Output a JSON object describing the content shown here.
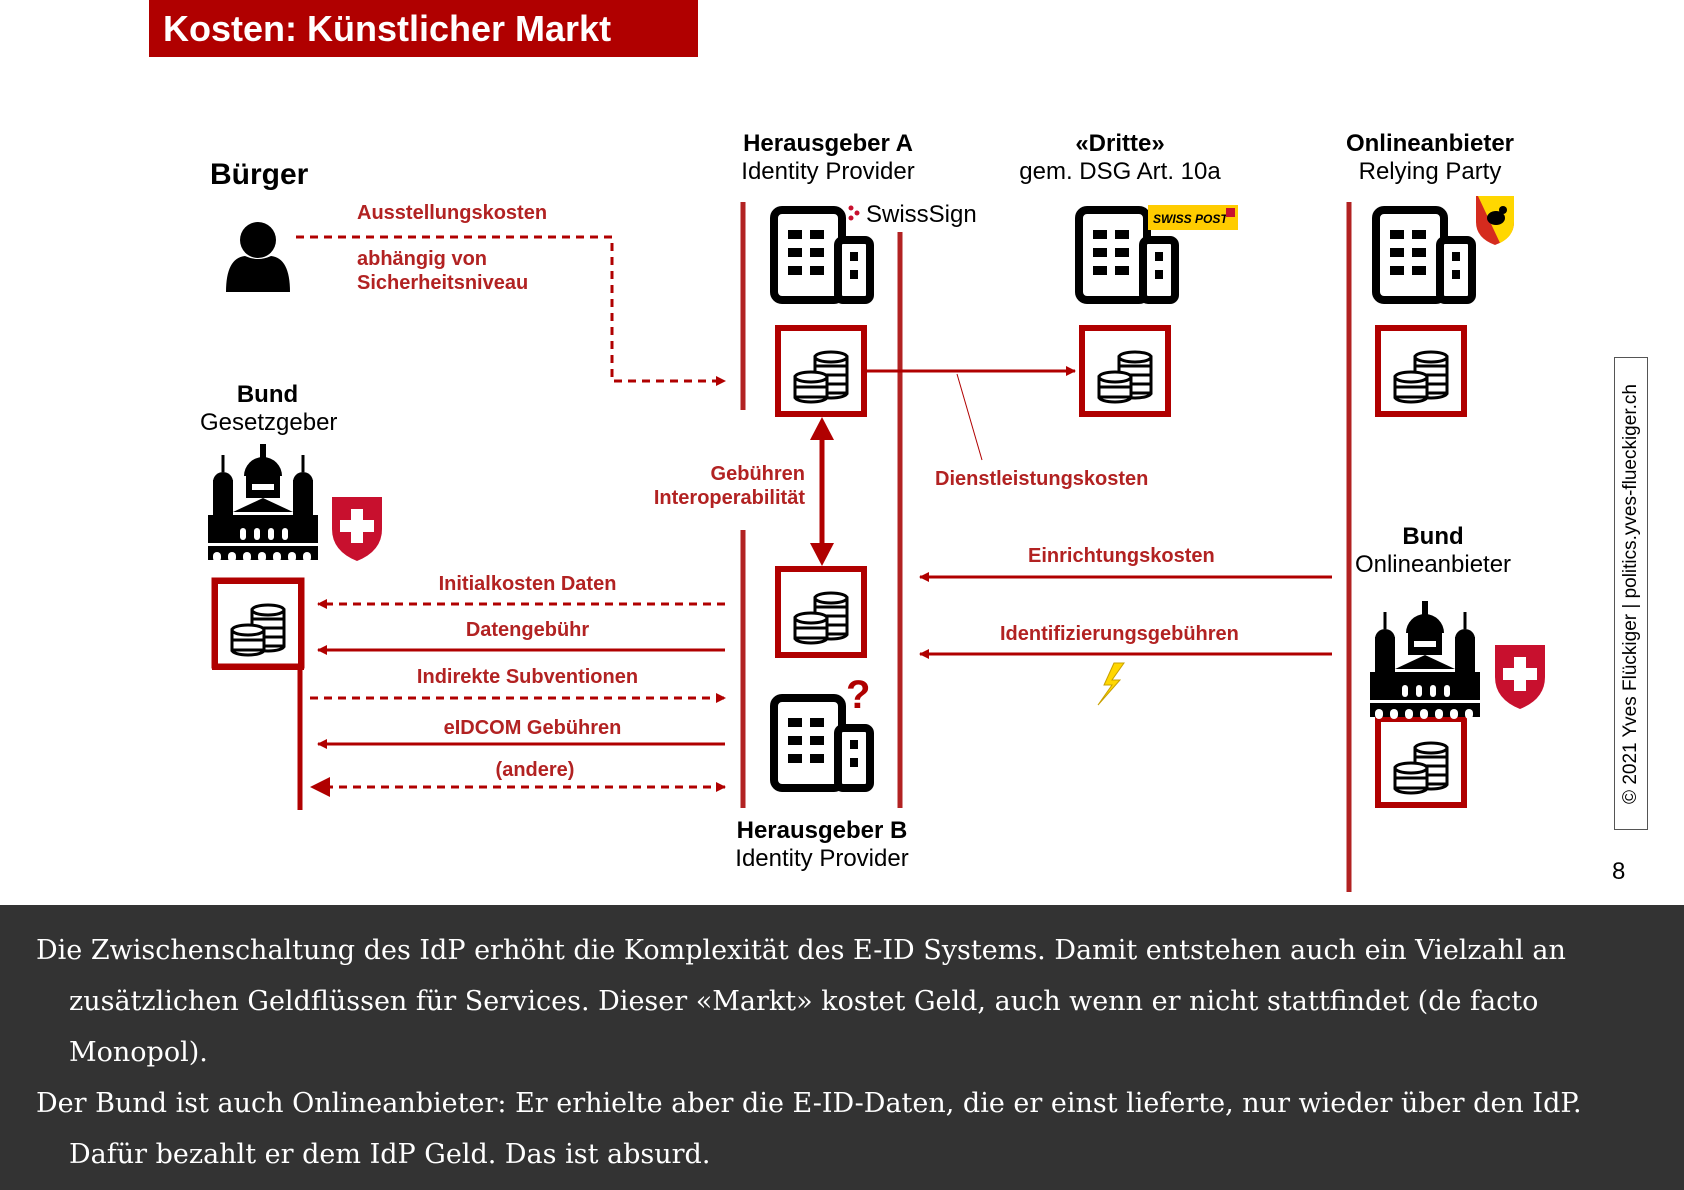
{
  "slide": {
    "title": "Kosten: Künstlicher Markt",
    "page_number": "8",
    "copyright": "© 2021 Yves Flückiger | politics.yves-flueckiger.ch",
    "colors": {
      "accent": "#b00000",
      "line": "#b22222",
      "notes_bg": "#333333"
    }
  },
  "actors": {
    "buerger": {
      "title": "Bürger",
      "icon": "person-icon"
    },
    "bund_gesetzgeber": {
      "title": "Bund",
      "subtitle": "Gesetzgeber",
      "icon": "parliament-building-icon",
      "badge": "swiss-coat-of-arms-icon"
    },
    "herausgeber_a": {
      "title": "Herausgeber A",
      "subtitle": "Identity Provider",
      "brand": "SwissSign",
      "icon": "office-building-icon"
    },
    "dritte": {
      "title": "«Dritte»",
      "subtitle": "gem. DSG Art. 10a",
      "brand": "SWISS POST",
      "icon": "office-building-icon"
    },
    "onlineanbieter": {
      "title": "Onlineanbieter",
      "subtitle": "Relying Party",
      "badge": "bern-coat-of-arms-icon",
      "icon": "office-building-icon"
    },
    "bund_onlineanbieter": {
      "title": "Bund",
      "subtitle": "Onlineanbieter",
      "icon": "parliament-building-icon",
      "badge": "swiss-coat-of-arms-icon"
    },
    "herausgeber_b": {
      "title": "Herausgeber B",
      "subtitle": "Identity Provider",
      "mark": "?",
      "icon": "office-building-icon"
    }
  },
  "flows": {
    "ausstellungskosten": "Ausstellungskosten",
    "sicherheitsniveau_line1": "abhängig von",
    "sicherheitsniveau_line2": "Sicherheitsniveau",
    "gebuehren_line1": "Gebühren",
    "gebuehren_line2": "Interoperabilität",
    "dienstleistungskosten": "Dienstleistungskosten",
    "einrichtungskosten": "Einrichtungskosten",
    "identifizierungsgebuehren": "Identifizierungsgebühren",
    "initialkosten": "Initialkosten Daten",
    "datengebuehr": "Datengebühr",
    "subventionen": "Indirekte Subventionen",
    "eidcom": "eIDCOM Gebühren",
    "andere": "(andere)"
  },
  "notes": {
    "paragraph1": "Die Zwischenschaltung des IdP erhöht die Komplexität des E-ID Systems. Damit entstehen auch ein Vielzahl  an zusätzlichen Geldflüssen für Services. Dieser «Markt» kostet Geld, auch wenn er nicht stattfindet (de facto Monopol).",
    "paragraph2": "Der Bund ist auch Onlineanbieter: Er erhielte aber die E-ID-Daten, die er einst lieferte, nur wieder über den IdP. Dafür bezahlt er dem IdP Geld. Das ist absurd."
  }
}
